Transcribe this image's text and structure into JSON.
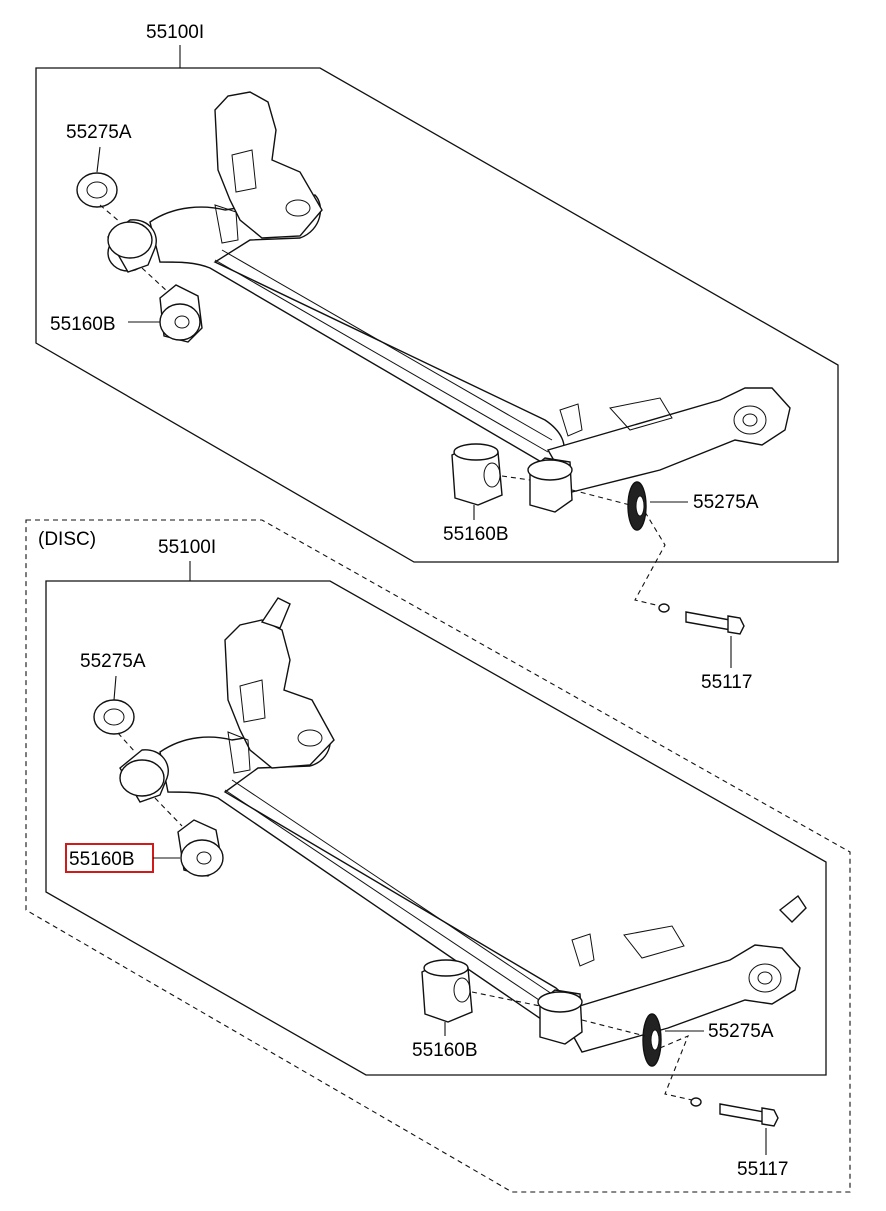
{
  "section_top": {
    "assembly_label": "55100I",
    "bushing_label_left": "55160B",
    "bushing_label_right": "55160B",
    "washer_label_left": "55275A",
    "washer_label_right": "55275A",
    "bolt_label": "55117"
  },
  "section_disc": {
    "variant_label": "(DISC)",
    "assembly_label": "55100I",
    "bushing_label_left": "55160B",
    "bushing_label_right": "55160B",
    "washer_label_left": "55275A",
    "washer_label_right": "55275A",
    "bolt_label": "55117"
  },
  "colors": {
    "highlight": "#d11b1b",
    "line": "#111111"
  },
  "highlighted_part": "55160B"
}
